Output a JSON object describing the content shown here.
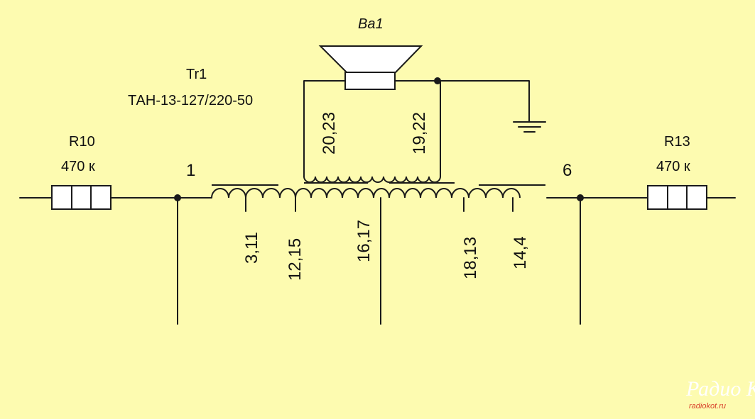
{
  "speaker": {
    "label": "Ba1"
  },
  "transformer": {
    "ref": "Tr1",
    "type": "ТАН-13-127/220-50"
  },
  "resistors": [
    {
      "ref": "R10",
      "value": "470 к"
    },
    {
      "ref": "R13",
      "value": "470 к"
    }
  ],
  "nodes": [
    "1",
    "6"
  ],
  "taps_bottom": [
    "3,11",
    "12,15",
    "16,17",
    "18,13",
    "14,4"
  ],
  "taps_top": [
    "20,23",
    "19,22"
  ],
  "watermark": {
    "logo": "Радио КОТ",
    "url": "radiokot.ru"
  }
}
